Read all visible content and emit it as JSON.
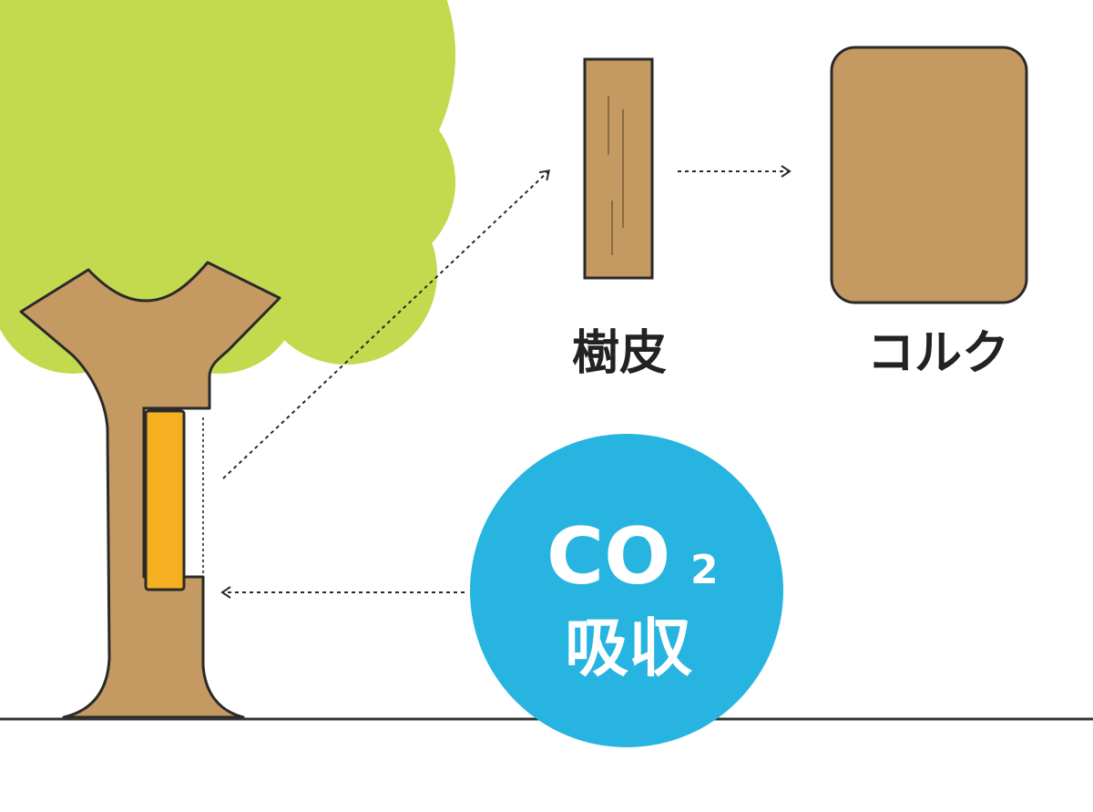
{
  "labels": {
    "bark": "樹皮",
    "cork": "コルク",
    "co2": "CO",
    "co2_subscript": "2",
    "absorption": "吸収"
  },
  "colors": {
    "canopy": "#c3d94e",
    "trunk": "#c49a62",
    "cut_bark": "#f5b021",
    "co2_circle": "#27b4e0",
    "outline": "#2a2a2a"
  }
}
